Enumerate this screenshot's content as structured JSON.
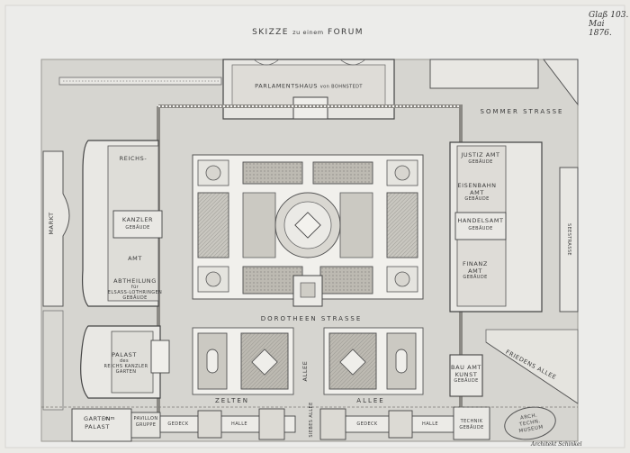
{
  "title": {
    "main_left": "SKIZZE",
    "main_mid": "zu einem",
    "main_right": "FORUM"
  },
  "annotation": {
    "line1": "Glaß 103.",
    "line2": "Mai 1876."
  },
  "stamp": {
    "line1": "ARCH.",
    "line2": "TECHN.",
    "line3": "MUSEUM"
  },
  "signature": "Architekt Schinkel",
  "streets": {
    "sommer": "SOMMER STRASSE",
    "dorotheen": "DOROTHEEN STRASSE",
    "zelten": "ZELTEN",
    "alle": "ALLEE",
    "allee_vertical": "ALLEE",
    "siebes_allee": "SIEBES ALLEE",
    "friedens": "FRIEDENS ALLEE",
    "markt": "MARKT",
    "seestrasse": "SEESTRASSE"
  },
  "buildings": {
    "parlament": "PARLAMENTSHAUS",
    "parlament_by": "von BOHNSTEDT",
    "reichs": "REICHS-",
    "kanzler": "KANZLER",
    "kanzler_sub": "GEBÄUDE",
    "amt": "AMT",
    "abtheilung": "ABTHEILUNG",
    "abtheilung_sub1": "für",
    "abtheilung_sub2": "ELSASS-LOTHRINGEN",
    "abtheilung_sub3": "GEBÄUDE",
    "palast": "PALAST",
    "palast_sub": "des",
    "palast_sub2": "REICHS KANZLER",
    "palast_sub3": "GARTEN",
    "justiz": "JUSTIZ AMT",
    "justiz_sub": "GEBÄUDE",
    "eisenbahn": "EISENBAHN",
    "eisenbahn_amt": "AMT",
    "eisenbahn_sub": "GEBÄUDE",
    "handels": "HANDELSAMT",
    "handels_sub": "GEBÄUDE",
    "finanz": "FINANZ",
    "finanz_amt": "AMT",
    "finanz_sub": "GEBÄUDE",
    "bau_amt": "BAU AMT",
    "kunst": "KUNST",
    "kunst_sub": "GEBÄUDE",
    "garten": "GARTEN",
    "garten_sub": "zum",
    "garten_palast": "PALAST",
    "pavillon": "PAVILLON",
    "pavillon_sub": "GRUPPE",
    "gedeck1": "GEDECK",
    "halle1": "HALLE",
    "gedeck2": "GEDECK",
    "halle2": "HALLE",
    "technik": "TECHNIK",
    "technik_sub": "GEBÄUDE"
  },
  "colors": {
    "paper": "#ebeae6",
    "ground": "#d5d4cf",
    "ink": "#3a3a3a",
    "garden": "#bdbab2",
    "lawn": "#cbc9c2"
  }
}
